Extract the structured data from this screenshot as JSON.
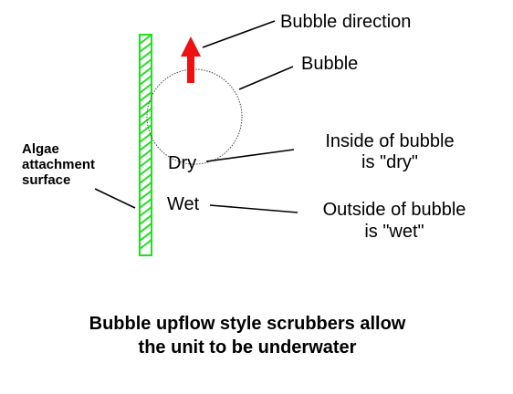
{
  "labels": {
    "bubble_direction": "Bubble direction",
    "bubble": "Bubble",
    "inside_line1": "Inside of bubble",
    "inside_line2": "is \"dry\"",
    "outside_line1": "Outside of bubble",
    "outside_line2": "is \"wet\"",
    "dry": "Dry",
    "wet": "Wet",
    "algae_line1": "Algae",
    "algae_line2": "attachment",
    "algae_line3": "surface"
  },
  "caption": {
    "line1": "Bubble upflow style scrubbers allow",
    "line2": "the unit to be underwater"
  },
  "colors": {
    "surface_hatch": "#22dd22",
    "arrow": "#ee1111",
    "lines": "#000000",
    "bubble_outline": "#444444"
  }
}
